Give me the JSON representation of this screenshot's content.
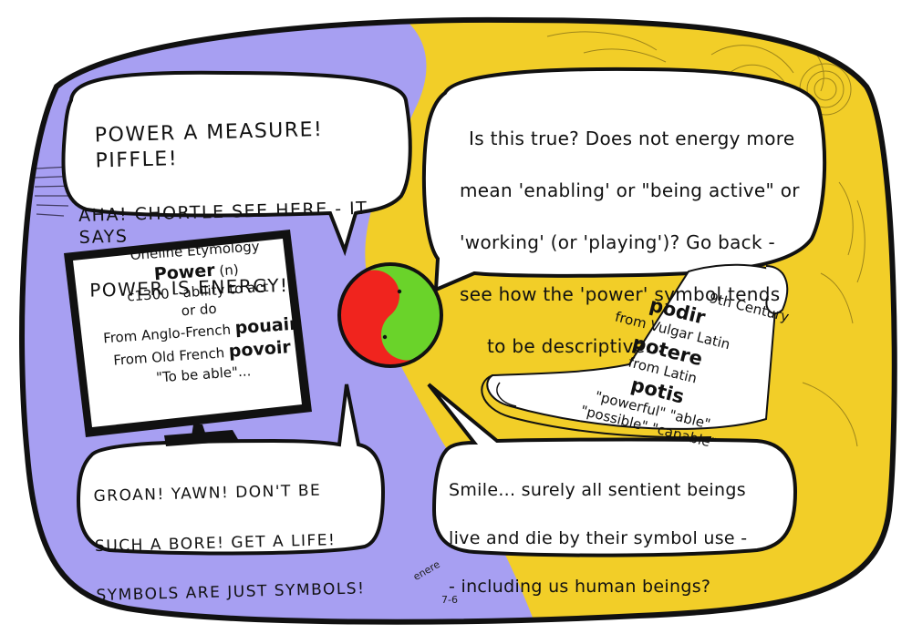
{
  "colors": {
    "left_background": "#a79ff2",
    "right_background": "#f2ce28",
    "outline": "#111111",
    "bubble_fill": "#ffffff",
    "symbol_red": "#f0241e",
    "symbol_green": "#6ad32a"
  },
  "bubbles": {
    "top_left": {
      "lines": [
        "Power a measure! Piffle!",
        "AHA! chortle SEE HERE - IT SAYS",
        "POWER IS ENERGY!"
      ]
    },
    "top_right": {
      "lines": [
        "Is this true? Does not energy more",
        "mean 'enabling' or \"being active\" or",
        "'working' (or 'playing')? Go back -",
        "see how the 'power' symbol tends",
        "to be descriptive..."
      ]
    },
    "bottom_left": {
      "lines": [
        "GROAN! YAWN! DON'T BE",
        "SUCH A BORE! GET A LIFE!",
        "SYMBOLS ARE JUST SYMBOLS!"
      ]
    },
    "bottom_right": {
      "lines": [
        "Smile... surely all sentient beings",
        "live and die by their symbol use -",
        "- including us human beings?"
      ]
    }
  },
  "monitor": {
    "title": "Oneline Etymology",
    "word": "Power",
    "pos": "(n)",
    "line_date": "c1300 - ability to act",
    "line_date2": "or do",
    "anglo_prefix": "From Anglo-French",
    "anglo_word": "pouair",
    "old_prefix": "From Old French",
    "old_word": "povoir",
    "meaning": "\"To be able\"..."
  },
  "scroll": {
    "century": "9th Century",
    "word1": "podir",
    "from1": "from Vulgar Latin",
    "word2": "potere",
    "from2": "from Latin",
    "word3": "potis",
    "glosses1": "\"powerful\" \"able\"",
    "glosses2": "\"possible\" \"capable\""
  },
  "signature": {
    "name": "enere",
    "date": "7-6"
  },
  "icons": [
    "yin-yang-symbol",
    "computer-monitor",
    "parchment-scroll"
  ]
}
